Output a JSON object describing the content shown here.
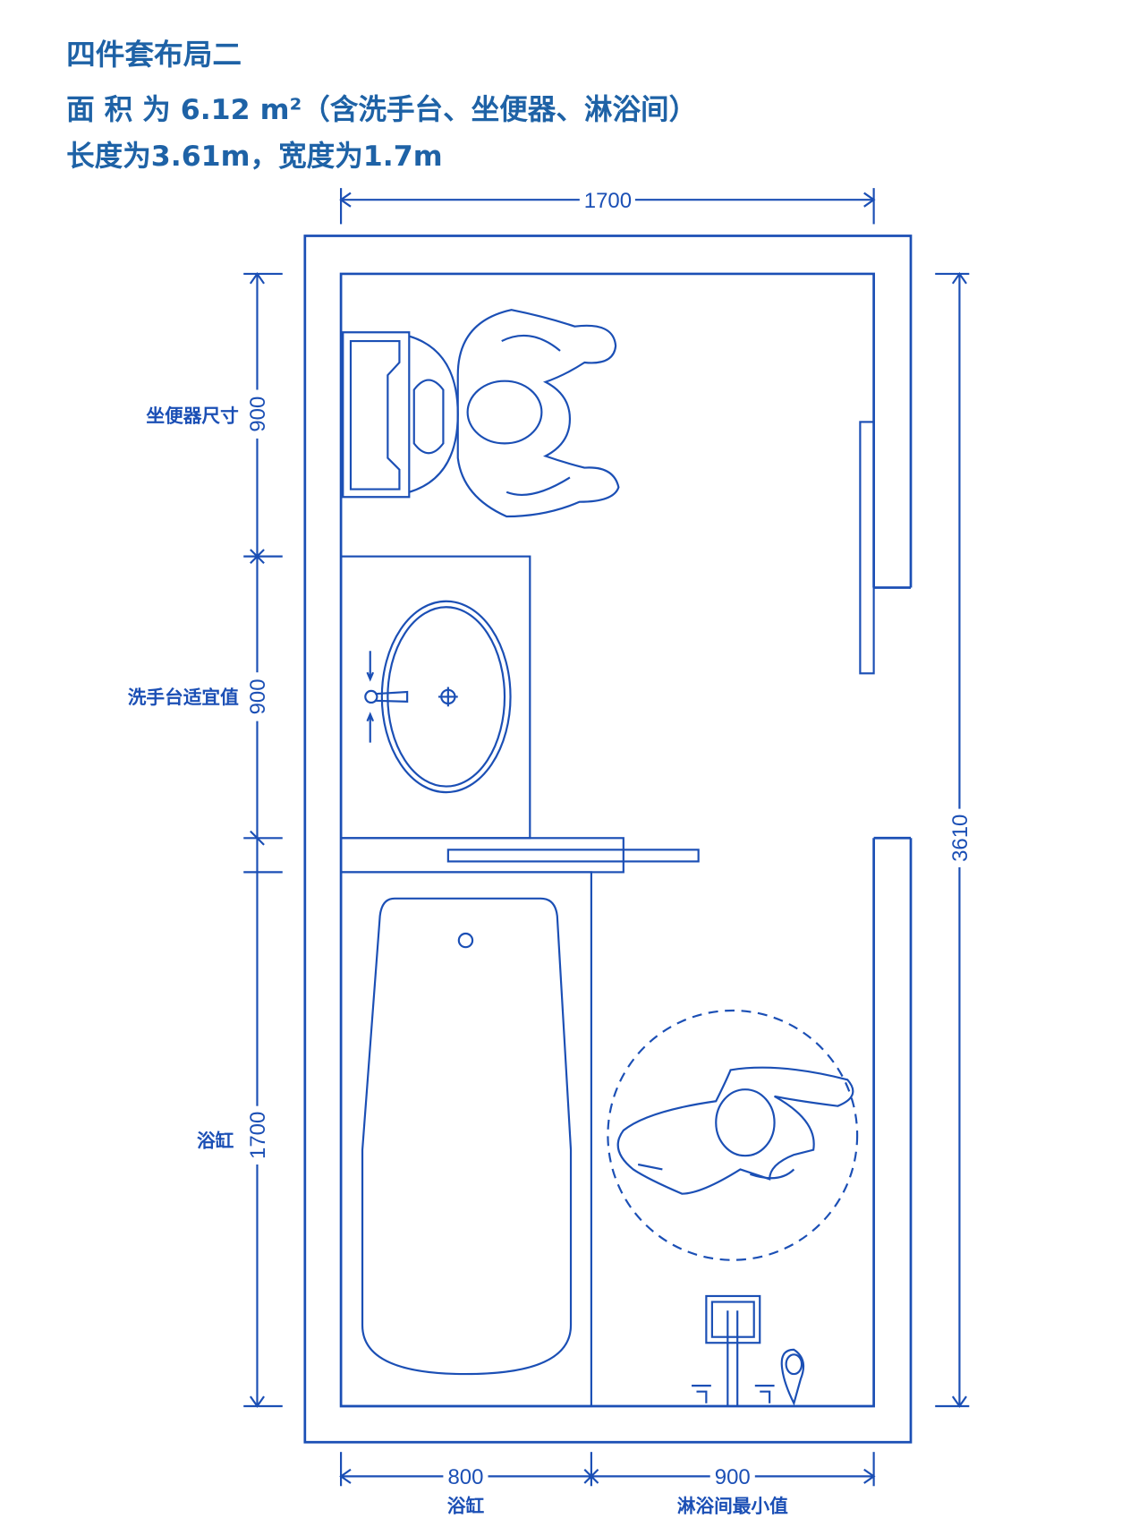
{
  "header": {
    "title": "四件套布局二",
    "area_line": "面 积 为 6.12 m²（含洗手台、坐便器、淋浴间）",
    "size_line": "长度为3.61m，宽度为1.7m"
  },
  "dimensions": {
    "top_width": "1700",
    "right_length": "3610",
    "left_toilet": "900",
    "left_basin": "900",
    "left_bathtub": "1700",
    "bottom_bathtub": "800",
    "bottom_shower": "900"
  },
  "labels": {
    "toilet": "坐便器尺寸",
    "basin": "洗手台适宜值",
    "bathtub_side": "浴缸",
    "bathtub_bottom": "浴缸",
    "shower_bottom": "淋浴间最小值"
  },
  "colors": {
    "title": "#1e62a6",
    "lines": "#1b4fb5"
  }
}
